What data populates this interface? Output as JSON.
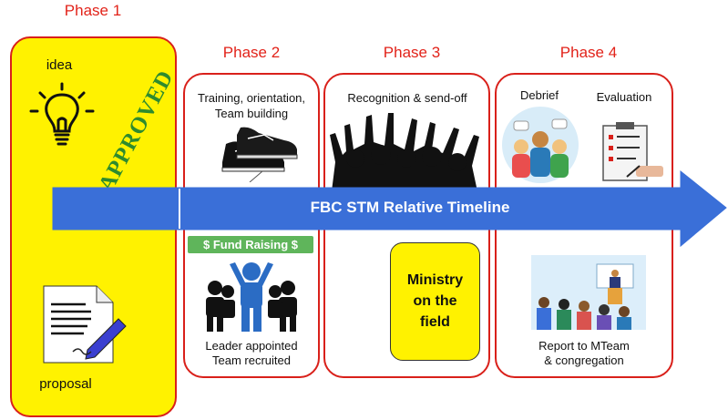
{
  "phases": [
    {
      "title": "Phase 1"
    },
    {
      "title": "Phase 2"
    },
    {
      "title": "Phase 3"
    },
    {
      "title": "Phase 4"
    }
  ],
  "phase1": {
    "idea_label": "idea",
    "proposal_label": "proposal",
    "stamp_text": "APPROVED"
  },
  "phase2": {
    "top_label_line1": "Training, orientation,",
    "top_label_line2": "Team building",
    "fund_label": "$ Fund Raising $",
    "bottom_label_line1": "Leader appointed",
    "bottom_label_line2": "Team recruited"
  },
  "phase3": {
    "top_label": "Recognition & send-off",
    "ministry_line1": "Ministry",
    "ministry_line2": "on the",
    "ministry_line3": "field"
  },
  "phase4": {
    "debrief_label": "Debrief",
    "evaluation_label": "Evaluation",
    "report_line1": "Report to MTeam",
    "report_line2": "& congregation"
  },
  "timeline": {
    "label": "FBC STM Relative Timeline"
  },
  "colors": {
    "accent_red": "#e2231a",
    "arrow_blue": "#3a6fd8",
    "phase1_fill": "#fff200",
    "fund_green": "#5fb55b"
  }
}
